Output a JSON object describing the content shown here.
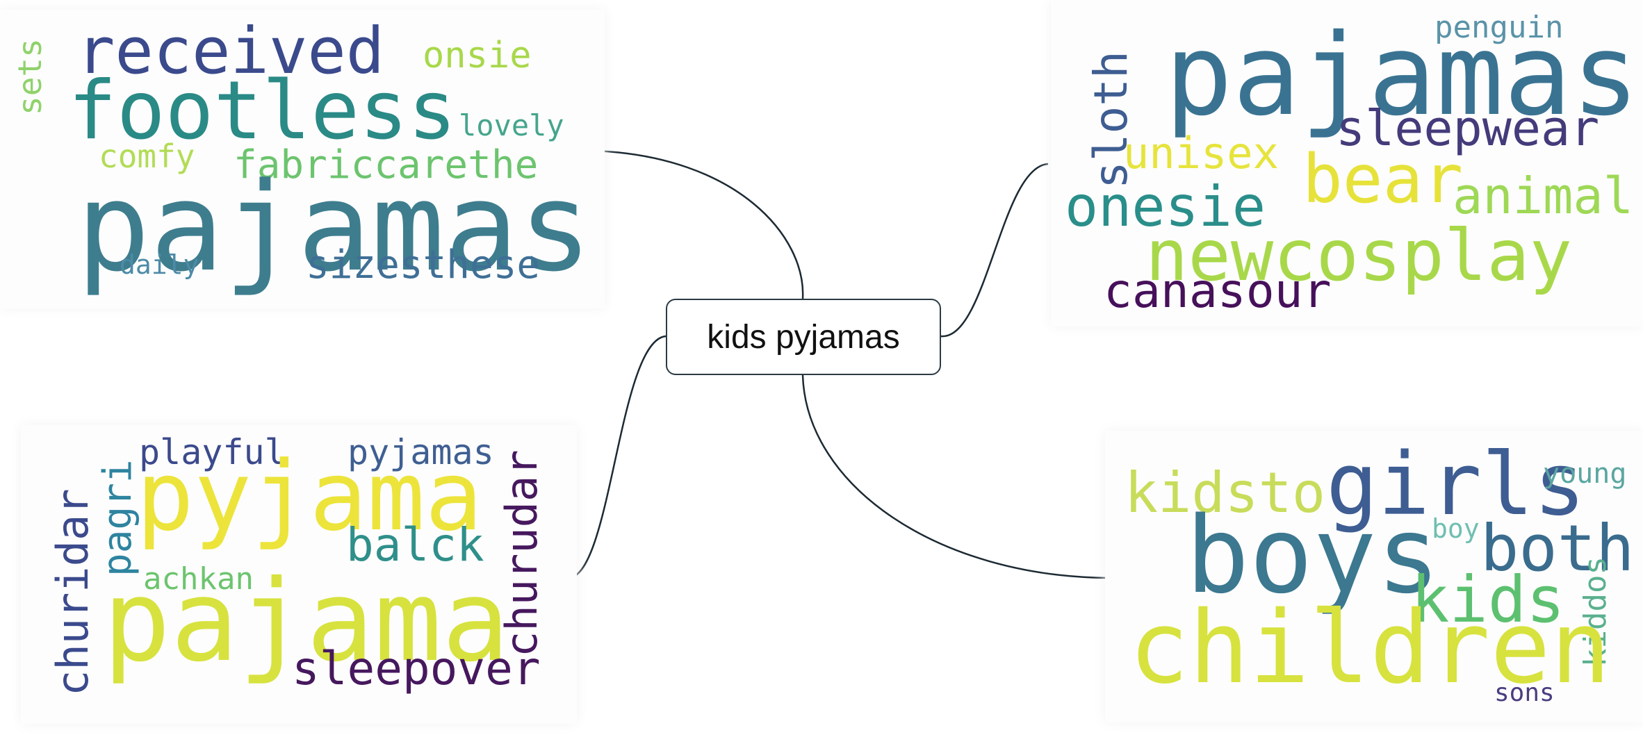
{
  "central_topic": "kids pyjamas",
  "colors": {
    "connector": "#1c2a33",
    "viridis_dark_purple": "#440154",
    "viridis_indigo": "#3b4a8c",
    "viridis_blue": "#31688e",
    "viridis_teal": "#21918c",
    "viridis_green": "#35b779",
    "viridis_lightgreen": "#90d743",
    "viridis_yellow": "#e8e42a"
  },
  "clouds": {
    "top_left": {
      "received": "received",
      "footless": "footless",
      "onsie": "onsie",
      "sets": "sets",
      "lovely": "lovely",
      "comfy": "comfy",
      "fabriccarethe": "fabriccarethe",
      "pajamas": "pajamas",
      "daily": "daily",
      "sizesthese": "sizesthese"
    },
    "top_right": {
      "pajamas": "pajamas",
      "penguin": "penguin",
      "sloth": "sloth",
      "sleepwear": "sleepwear",
      "unisex": "unisex",
      "bear": "bear",
      "animal": "animal",
      "onesie": "onesie",
      "newcosplay": "newcosplay",
      "canasour": "canasour"
    },
    "bottom_left": {
      "playful": "playful",
      "pyjamas": "pyjamas",
      "pagri": "pagri",
      "pyjama": "pyjama",
      "churudar": "churudar",
      "churidar": "churidar",
      "balck": "balck",
      "achkan": "achkan",
      "pajama": "pajama",
      "sleepover": "sleepover"
    },
    "bottom_right": {
      "kidsto": "kidsto",
      "girls": "girls",
      "young": "young",
      "boys": "boys",
      "boy": "boy",
      "both": "both",
      "kids": "kids",
      "kiddos": "kiddos",
      "children": "children",
      "sons": "sons"
    }
  }
}
